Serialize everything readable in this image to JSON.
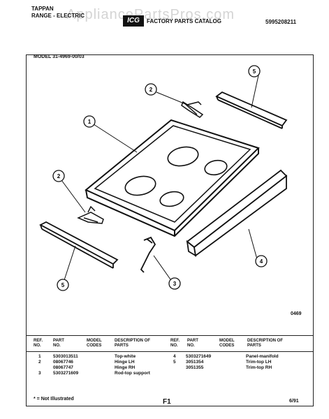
{
  "header": {
    "brand": "TAPPAN",
    "product": "RANGE - ELECTRIC",
    "logo": "ICG",
    "catalog": "FACTORY PARTS CATALOG",
    "doc_number": "5995208211",
    "watermark": "AppliancePartsPros.com"
  },
  "model_label": "MODEL 31-4969-00/03",
  "figure_code": "0469",
  "callouts": [
    "1",
    "2",
    "2",
    "3",
    "4",
    "5",
    "5"
  ],
  "table": {
    "headers": {
      "ref": "REF. NO.",
      "part": "PART NO.",
      "model": "MODEL CODES",
      "desc": "DESCRIPTION OF PARTS"
    },
    "left_rows": [
      {
        "ref": "1",
        "part": "5303013511",
        "desc": "Top-white"
      },
      {
        "ref": "2",
        "part": "08067746",
        "desc": "Hinge LH"
      },
      {
        "ref": "",
        "part": "08067747",
        "desc": "Hinge RH"
      },
      {
        "ref": "3",
        "part": "5303271609",
        "desc": "Rod-top support"
      }
    ],
    "right_rows": [
      {
        "ref": "4",
        "part": "5303271649",
        "desc": "Panel-manifold"
      },
      {
        "ref": "5",
        "part": "3051354",
        "desc": "Trim-top LH"
      },
      {
        "ref": "",
        "part": "3051355",
        "desc": "Trim-top RH"
      }
    ]
  },
  "footnote": "* = Not Illustrated",
  "page_code": "F1",
  "date": "6/91"
}
